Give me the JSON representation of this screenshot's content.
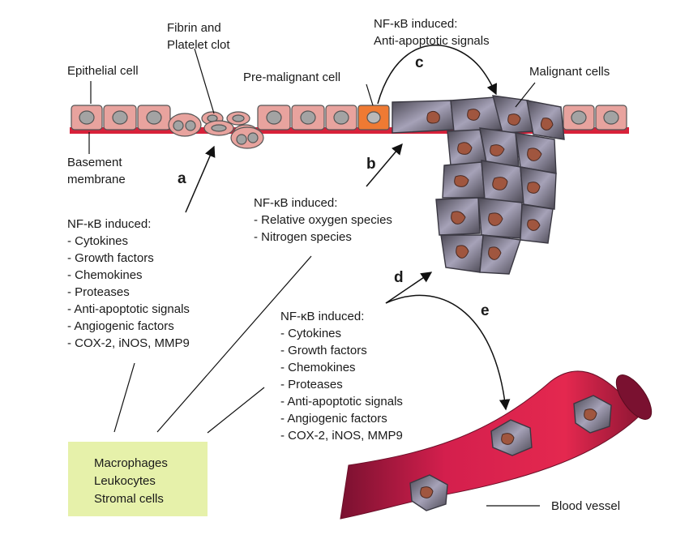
{
  "labels": {
    "epithelial": "Epithelial cell",
    "fibrin": [
      "Fibrin and",
      "Platelet clot"
    ],
    "premalignant": "Pre-malignant cell",
    "antiapop": [
      "NF-κB induced:",
      "Anti-apoptotic signals"
    ],
    "malignant": "Malignant cells",
    "basement": [
      "Basement",
      "membrane"
    ],
    "blood_vessel": "Blood vessel"
  },
  "steps": {
    "a": "a",
    "b": "b",
    "c": "c",
    "d": "d",
    "e": "e"
  },
  "list_left": {
    "header": "NF-κB induced:",
    "items": [
      "- Cytokines",
      "- Growth factors",
      "- Chemokines",
      "- Proteases",
      "- Anti-apoptotic signals",
      "- Angiogenic factors",
      "- COX-2, iNOS, MMP9"
    ]
  },
  "list_middle": {
    "header": "NF-κB induced:",
    "items": [
      "- Relative oxygen species",
      "- Nitrogen species"
    ]
  },
  "list_right": {
    "header": "NF-κB induced:",
    "items": [
      "- Cytokines",
      "- Growth factors",
      "- Chemokines",
      "- Proteases",
      "- Anti-apoptotic signals",
      "- Angiogenic factors",
      "- COX-2, iNOS, MMP9"
    ]
  },
  "cell_box": {
    "items": [
      "Macrophages",
      "Leukocytes",
      "Stromal cells"
    ]
  },
  "colors": {
    "epithelial": "#e8a39e",
    "premalignant": "#ef7a33",
    "malignant": "#5c5866",
    "nucleus_malignant": "#a0563f",
    "basement": "#d8213a",
    "vessel": "#c81e48",
    "box": "#e6f1aa"
  }
}
